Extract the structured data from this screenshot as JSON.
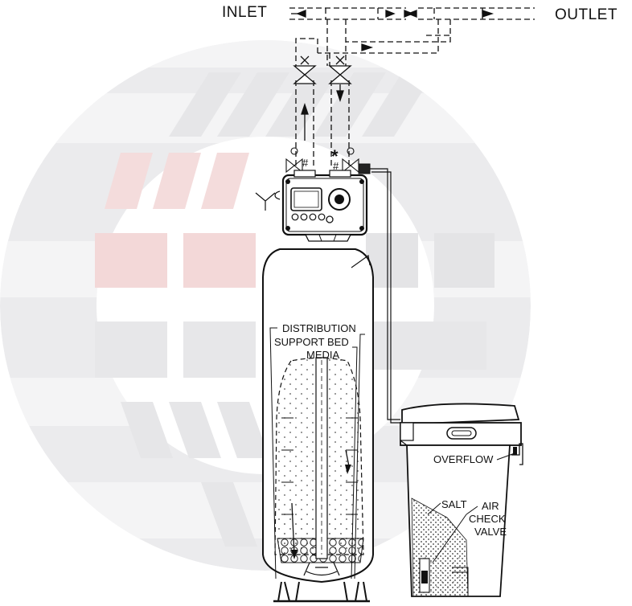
{
  "labels": {
    "inlet": "INLET",
    "outlet": "OUTLET",
    "distribution": "DISTRIBUTION",
    "support_bed": "SUPPORT BED",
    "media": "MEDIA",
    "overflow": "OVERFLOW",
    "salt": "SALT",
    "air": "AIR",
    "check": "CHECK",
    "valve": "VALVE"
  },
  "symbols": {
    "hash": "#",
    "asterisk": "*"
  },
  "colors": {
    "watermark_gray": "#e8e8ea",
    "watermark_red": "#f6dede",
    "line": "#111111"
  }
}
